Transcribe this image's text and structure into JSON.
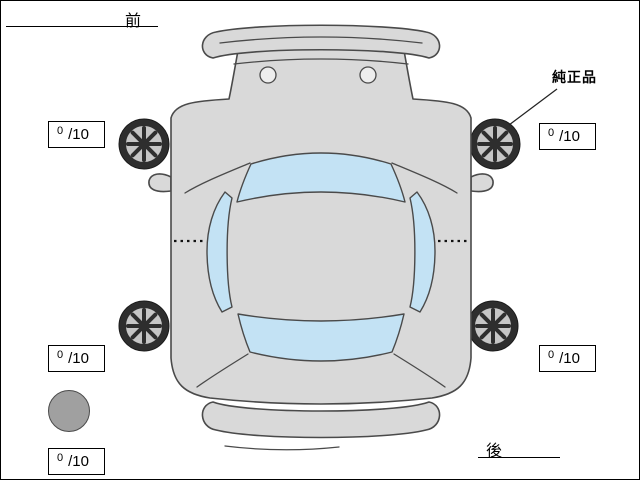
{
  "labels": {
    "front": "前",
    "rear": "後",
    "genuine_part": "純正品"
  },
  "ratings": {
    "front_left": {
      "value": "0",
      "denominator": "/10"
    },
    "front_right": {
      "value": "0",
      "denominator": "/10"
    },
    "rear_left": {
      "value": "0",
      "denominator": "/10"
    },
    "rear_right": {
      "value": "0",
      "denominator": "/10"
    },
    "spare": {
      "value": "0",
      "denominator": "/10"
    }
  },
  "colors": {
    "car_body": "#d9d9d9",
    "glass": "#c3e2f4",
    "wheel_dark": "#2e2e2e",
    "wheel_rim": "#c6c6c6",
    "spare_tire": "#a0a0a0",
    "outline": "#4a4a4a"
  }
}
